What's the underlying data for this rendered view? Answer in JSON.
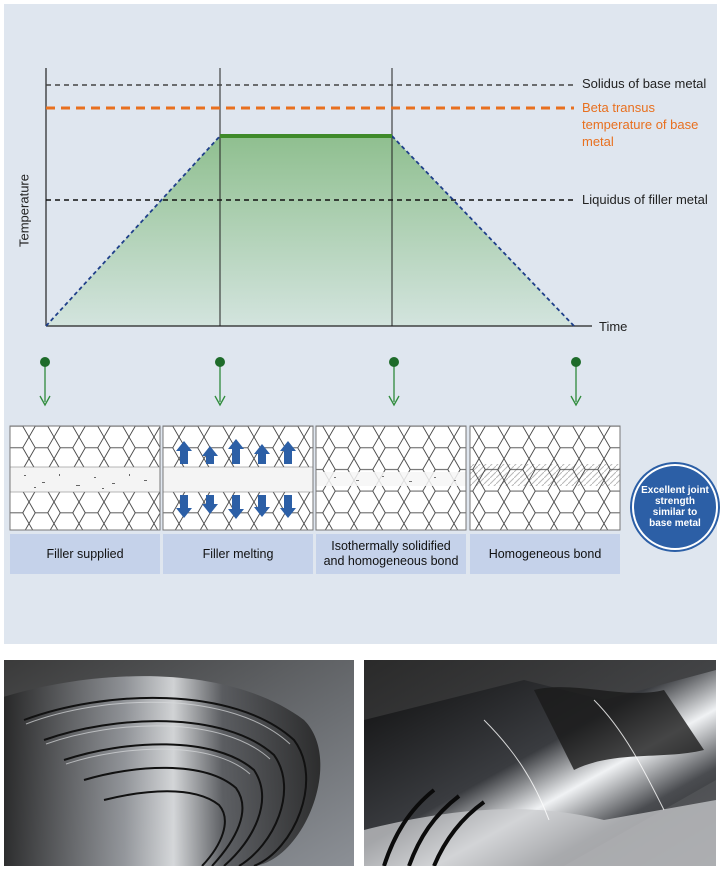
{
  "axes": {
    "y_label": "Temperature",
    "x_label": "Time"
  },
  "reference_lines": {
    "solidus": "Solidus of base metal",
    "beta_transus": [
      "Beta transus",
      "temperature of base",
      "metal"
    ],
    "liquidus": "Liquidus of filler metal"
  },
  "stages": [
    {
      "caption": "Filler supplied"
    },
    {
      "caption": "Filler melting"
    },
    {
      "caption_lines": [
        "Isothermally solidified",
        "and homogeneous bond"
      ]
    },
    {
      "caption": "Homogeneous bond"
    }
  ],
  "badge": {
    "text": "Excellent joint strength similar to base metal"
  },
  "colors": {
    "panel_background": "#dfe6ef",
    "beta_transus_line": "#e8701f",
    "hold_line": "#3f8a2a",
    "profile_line": "#1f3f8a",
    "caption_background": "#c5d2ea",
    "badge": "#2c5fa6",
    "marker": "#1e6b2a",
    "arrow": "#2c5fa6"
  },
  "photos": [
    {
      "name": "metal-foil-roll-photo"
    },
    {
      "name": "metal-foil-sheets-photo"
    }
  ]
}
